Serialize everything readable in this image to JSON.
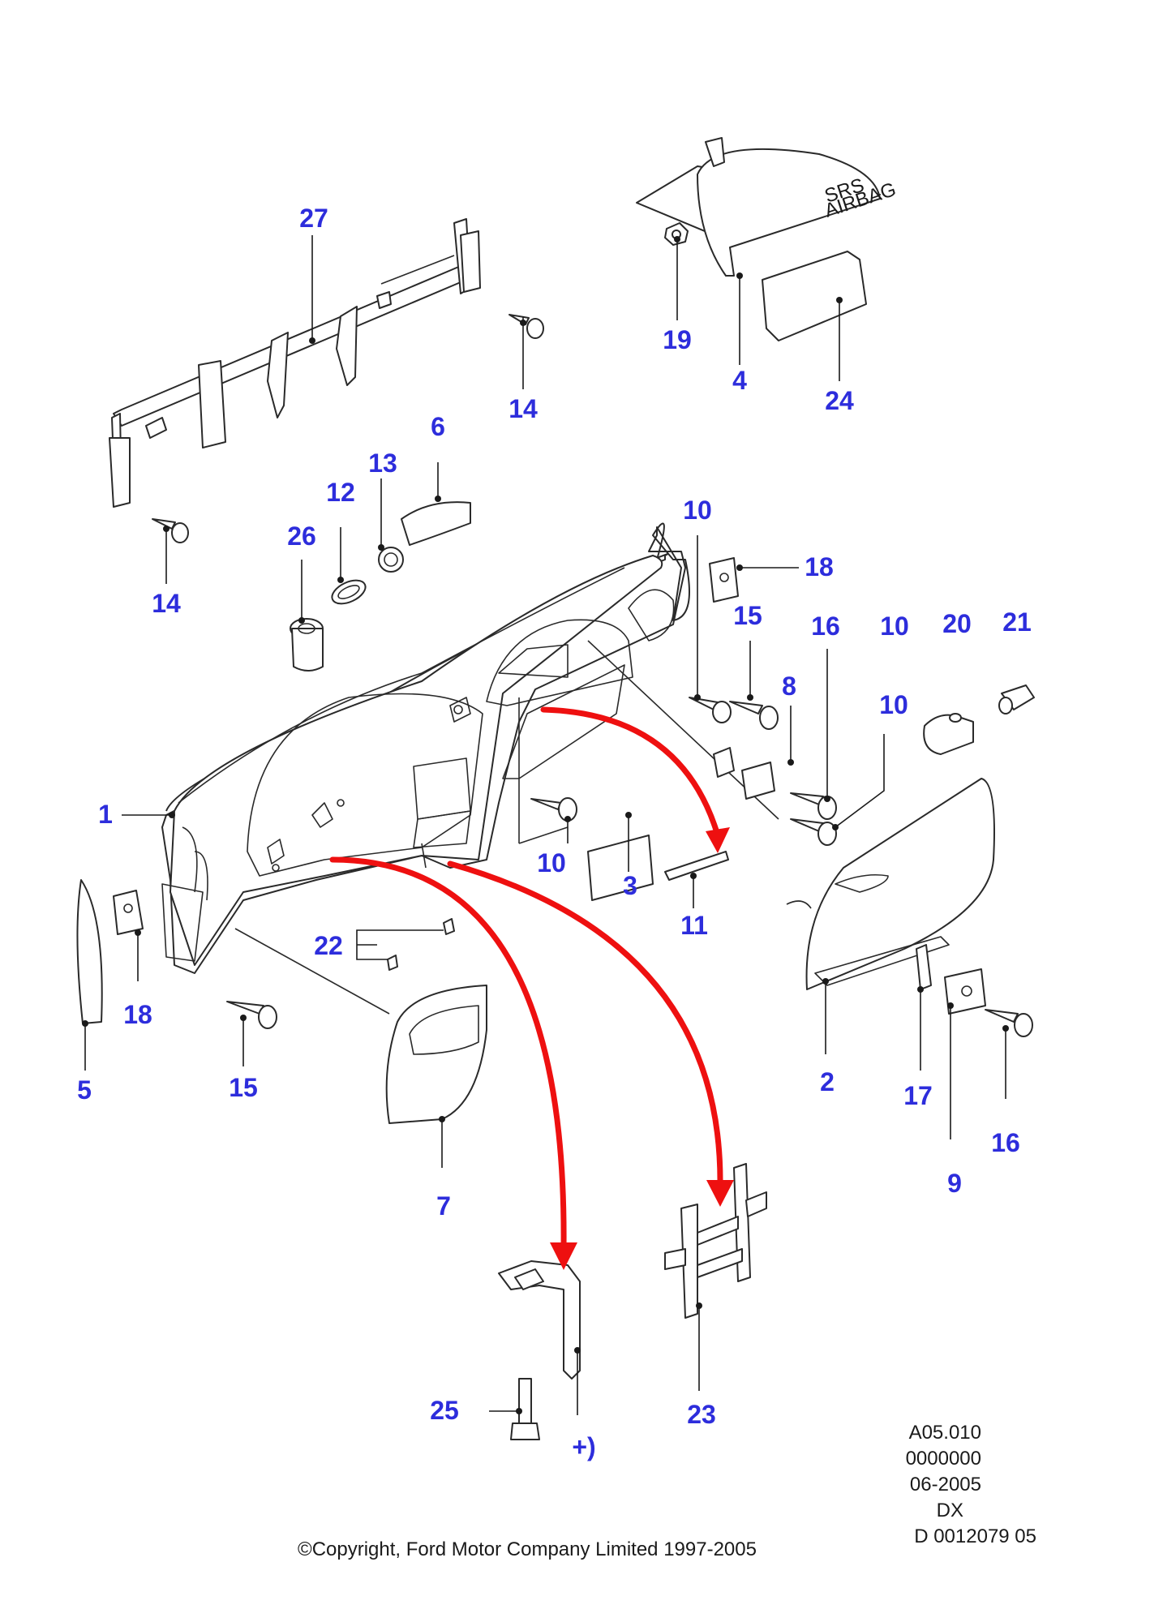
{
  "colors": {
    "callout": "#2d2ddc",
    "arrow": "#ee1010",
    "line": "#2a2a2a"
  },
  "airbag_marking": [
    "SRS",
    "AIRBAG"
  ],
  "callouts": [
    {
      "id": "c27",
      "label": "27"
    },
    {
      "id": "c14a",
      "label": "14"
    },
    {
      "id": "c14b",
      "label": "14"
    },
    {
      "id": "c6",
      "label": "6"
    },
    {
      "id": "c13",
      "label": "13"
    },
    {
      "id": "c12",
      "label": "12"
    },
    {
      "id": "c26",
      "label": "26"
    },
    {
      "id": "c19",
      "label": "19"
    },
    {
      "id": "c4",
      "label": "4"
    },
    {
      "id": "c24",
      "label": "24"
    },
    {
      "id": "c10a",
      "label": "10"
    },
    {
      "id": "c18a",
      "label": "18"
    },
    {
      "id": "c15a",
      "label": "15"
    },
    {
      "id": "c16a",
      "label": "16"
    },
    {
      "id": "c10b",
      "label": "10"
    },
    {
      "id": "c20",
      "label": "20"
    },
    {
      "id": "c21",
      "label": "21"
    },
    {
      "id": "c8",
      "label": "8"
    },
    {
      "id": "c10c",
      "label": "10"
    },
    {
      "id": "c1",
      "label": "1"
    },
    {
      "id": "c10d",
      "label": "10"
    },
    {
      "id": "c3",
      "label": "3"
    },
    {
      "id": "c11",
      "label": "11"
    },
    {
      "id": "c22",
      "label": "22"
    },
    {
      "id": "c18b",
      "label": "18"
    },
    {
      "id": "c5",
      "label": "5"
    },
    {
      "id": "c15b",
      "label": "15"
    },
    {
      "id": "c7",
      "label": "7"
    },
    {
      "id": "c2",
      "label": "2"
    },
    {
      "id": "c17",
      "label": "17"
    },
    {
      "id": "c9",
      "label": "9"
    },
    {
      "id": "c16b",
      "label": "16"
    },
    {
      "id": "c25",
      "label": "25"
    },
    {
      "id": "cplus",
      "label": "+)"
    },
    {
      "id": "c23",
      "label": "23"
    }
  ],
  "reference_block": [
    "A05.010",
    "0000000",
    "06-2005",
    "DX",
    "D 0012079 05"
  ],
  "copyright": "©Copyright, Ford Motor Company Limited 1997-2005"
}
